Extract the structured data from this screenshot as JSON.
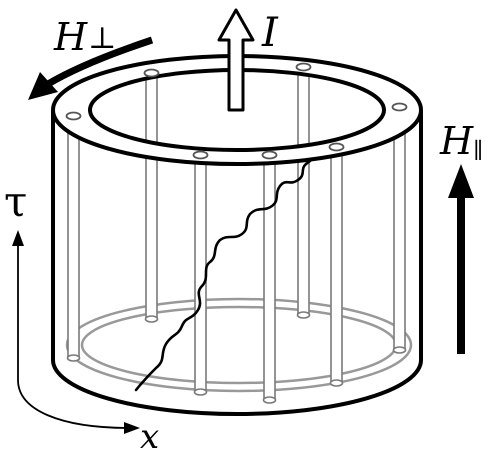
{
  "labels": {
    "h_perp": "H",
    "h_perp_sub": "⊥",
    "current": "I",
    "h_par": "H",
    "h_par_sub": "∥",
    "tau": "τ",
    "x": "x"
  }
}
